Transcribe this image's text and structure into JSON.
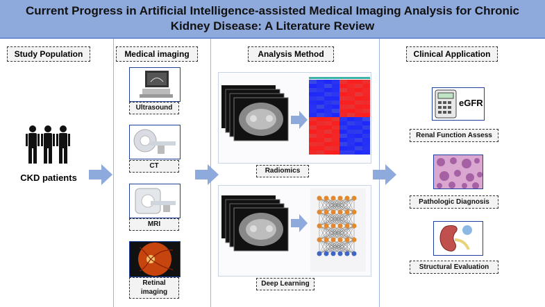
{
  "title": "Current Progress in Artificial Intelligence-assisted Medical Imaging Analysis for Chronic Kidney Disease: A Literature Review",
  "sections": {
    "study_population": "Study Population",
    "medical_imaging": "Medical imaging",
    "analysis_method": "Analysis Method",
    "clinical_application": "Clinical Application"
  },
  "population": {
    "label": "CKD patients",
    "icon": "people-icon"
  },
  "imaging": {
    "ultrasound": "Ultrasound",
    "ct": "CT",
    "mri": "MRI",
    "retinal": "Retinal imaging"
  },
  "analysis": {
    "radiomics": "Radiomics",
    "deep_learning": "Deep Learning"
  },
  "clinical": {
    "egfr": "eGFR",
    "renal_function": "Renal Function Assess",
    "pathologic": "Pathologic Diagnosis",
    "structural": "Structural Evaluation"
  },
  "colors": {
    "title_bg": "#8ea9db",
    "arrow": "#8ea9db",
    "heatmap_red": "#e04040",
    "heatmap_blue": "#2f4fc8"
  }
}
